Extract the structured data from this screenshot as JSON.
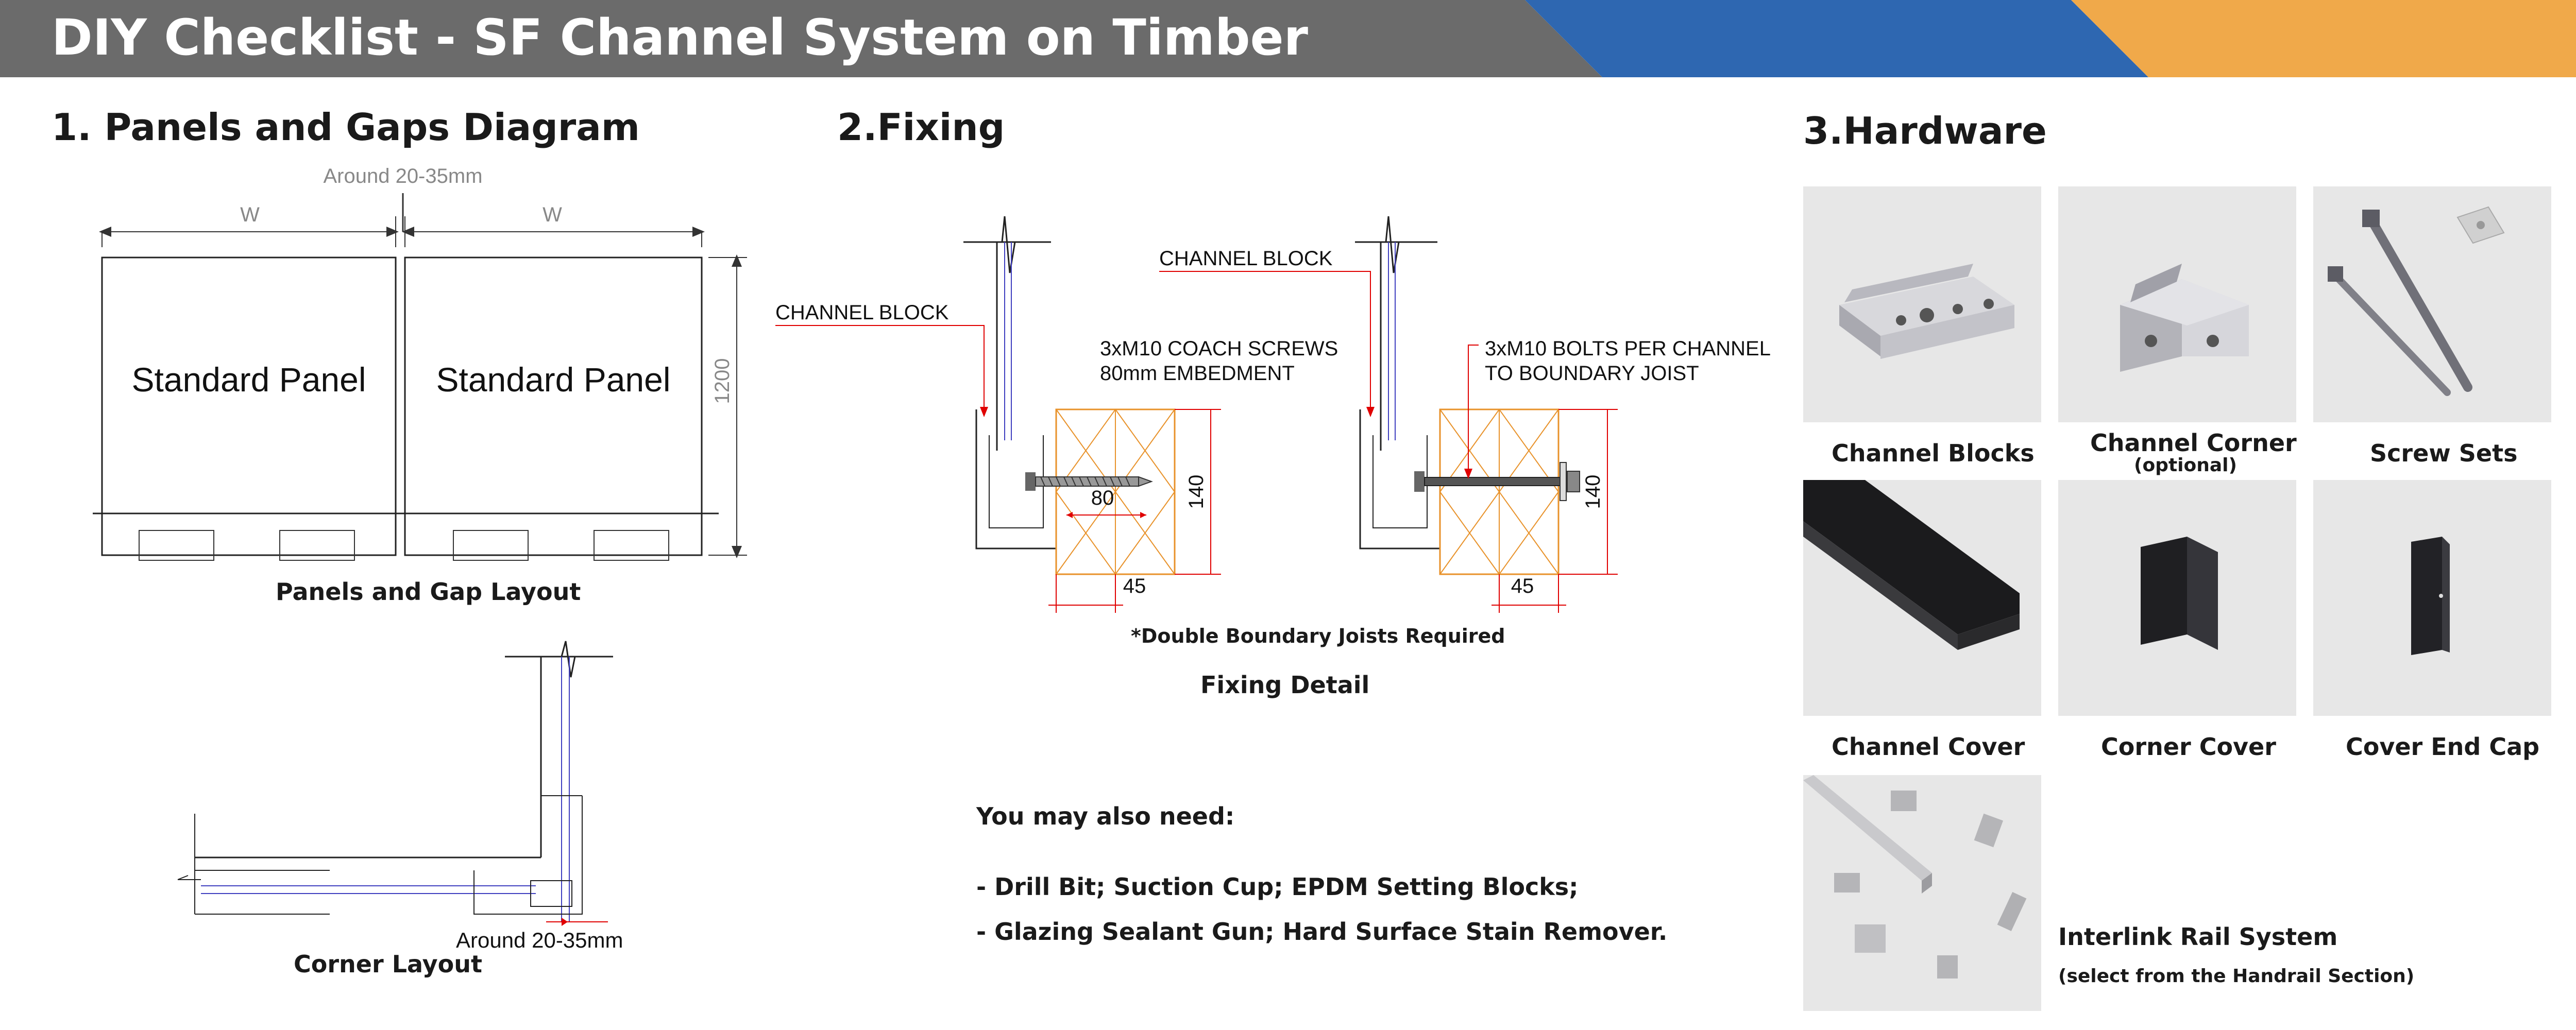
{
  "banner": {
    "title": "DIY Checklist - SF Channel System on Timber",
    "colors": [
      "#6b6b6b",
      "#2e67b1",
      "#f0a94a"
    ]
  },
  "panels_section": {
    "title": "1. Panels and Gaps Diagram",
    "gap_label": "Around 20-35mm",
    "width_label": "W",
    "height_label": "1200",
    "panel_label": "Standard Panel",
    "layout_caption": "Panels and Gap Layout",
    "corner_gap_label": "Around 20-35mm",
    "corner_caption": "Corner Layout"
  },
  "fixing_section": {
    "title": "2.Fixing",
    "left": {
      "block_label": "CHANNEL BLOCK",
      "screw_line1": "3xM10 COACH SCREWS",
      "screw_line2": "80mm EMBEDMENT",
      "embed_dim": "80",
      "height_dim": "140",
      "width_dim": "45"
    },
    "right": {
      "block_label": "CHANNEL BLOCK",
      "bolt_line1": "3xM10 BOLTS PER CHANNEL",
      "bolt_line2": "TO BOUNDARY JOIST",
      "height_dim": "140",
      "width_dim": "45"
    },
    "note": "*Double Boundary Joists Required",
    "caption": "Fixing Detail",
    "also_need_title": "You may also need:",
    "also_need_items": [
      "-  Drill Bit; Suction Cup; EPDM Setting Blocks;",
      "-  Glazing Sealant Gun; Hard Surface Stain Remover."
    ]
  },
  "hardware_section": {
    "title": "3.Hardware",
    "items": [
      {
        "name": "Channel Blocks",
        "icon": "channel-block-icon"
      },
      {
        "name": "Channel Corner",
        "sub": "(optional)",
        "icon": "channel-corner-icon"
      },
      {
        "name": "Screw Sets",
        "icon": "screw-set-icon"
      },
      {
        "name": "Channel Cover",
        "icon": "channel-cover-icon"
      },
      {
        "name": "Corner Cover",
        "icon": "corner-cover-icon"
      },
      {
        "name": "Cover End Cap",
        "icon": "end-cap-icon"
      },
      {
        "name": "Interlink Rail System",
        "sub": "(select from the Handrail Section)",
        "icon": "interlink-rail-icon"
      }
    ]
  }
}
